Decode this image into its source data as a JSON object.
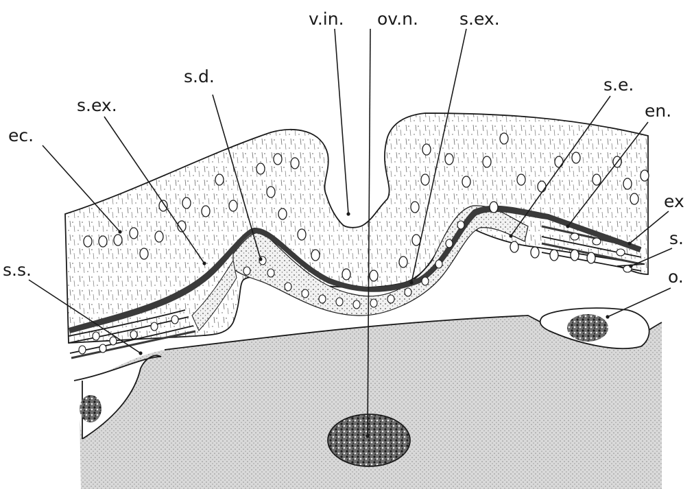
{
  "figure": {
    "labels": {
      "v_in": "v.in.",
      "ov_n": "ov.n.",
      "s_ex_right": "s.ex.",
      "s_d": "s.d.",
      "s_ex_left": "s.ex.",
      "s_e": "s.e.",
      "en": "en.",
      "ec": "ec.",
      "ex": "ex",
      "s": "s.",
      "s_s": "s.s.",
      "o": "o."
    }
  }
}
